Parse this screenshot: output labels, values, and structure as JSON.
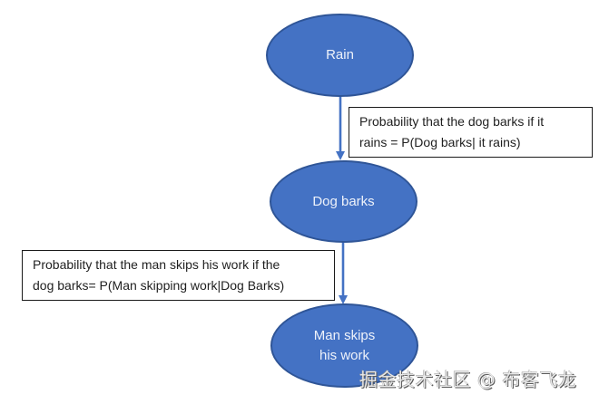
{
  "diagram": {
    "type": "bayesian-network",
    "colors": {
      "node_fill": "#4472c4",
      "node_border": "#2f5597",
      "node_text": "#eef2fa",
      "arrow": "#4472c4",
      "note_border": "#1a1a1a",
      "note_text": "#1f1f1f"
    },
    "nodes": [
      {
        "id": "rain",
        "lines": [
          "Rain"
        ]
      },
      {
        "id": "dog_barks",
        "lines": [
          "Dog barks"
        ]
      },
      {
        "id": "man_skips",
        "lines": [
          "Man skips",
          "his work"
        ]
      }
    ],
    "edges": [
      {
        "from": "rain",
        "to": "dog_barks",
        "note_lines": [
          "Probability that the dog barks if it",
          "rains = P(Dog barks| it rains)"
        ]
      },
      {
        "from": "dog_barks",
        "to": "man_skips",
        "note_lines": [
          "Probability that the man skips his work if the",
          "dog barks= P(Man skipping work|Dog Barks)"
        ]
      }
    ]
  },
  "watermark": "掘金技术社区 @ 布客飞龙"
}
